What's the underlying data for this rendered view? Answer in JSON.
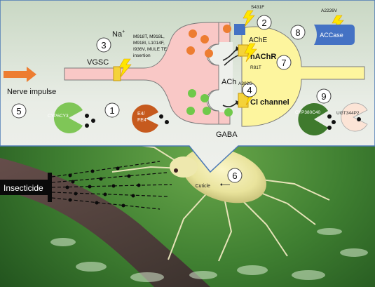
{
  "labels": {
    "nerve_impulse": "Nerve impulse",
    "vgsc": "VGSC",
    "na": "Na",
    "na_sup": "+",
    "ach": "ACh",
    "gaba": "GABA",
    "ache": "AChE",
    "nachr": "nAChR",
    "cl_channel": "Cl channel",
    "accase": "ACCase",
    "insecticide": "Insecticide",
    "cuticle": "Cuticle"
  },
  "mutations": {
    "vgsc_lines": [
      "M918T, M918L,",
      "M918I, L1014F,",
      "I936V, MULE TE",
      "insertion"
    ],
    "ache": "S431F",
    "nachr": "R81T",
    "cl_channel": "A302G",
    "accase": "A2226V"
  },
  "enzymes": {
    "cyp6cy3": "CYP6CY3",
    "e4_line1": "E4/",
    "e4_line2": "FE4",
    "cyp380c40": "CYP380C40",
    "ugt344p2": "UGT344P2"
  },
  "numbers": {
    "n1": "1",
    "n2": "2",
    "n3": "3",
    "n4": "4",
    "n5": "5",
    "n6": "6",
    "n7": "7",
    "n8": "8",
    "n9": "9"
  },
  "colors": {
    "presynaptic": "#f9c8c6",
    "postsynaptic": "#fdf59e",
    "ache": "#4472c4",
    "accase": "#4472c4",
    "ach_molecule": "#ed7d31",
    "gaba_molecule": "#70c94a",
    "cyp6cy3": "#7fc657",
    "e4": "#c65a1e",
    "cyp380c40": "#3f7a2d",
    "ugt344p2": "#fce4d6",
    "mutation_bolt": "#ffe600",
    "impulse_arrow": "#ed7d31",
    "leaf": "#3d7f30"
  }
}
